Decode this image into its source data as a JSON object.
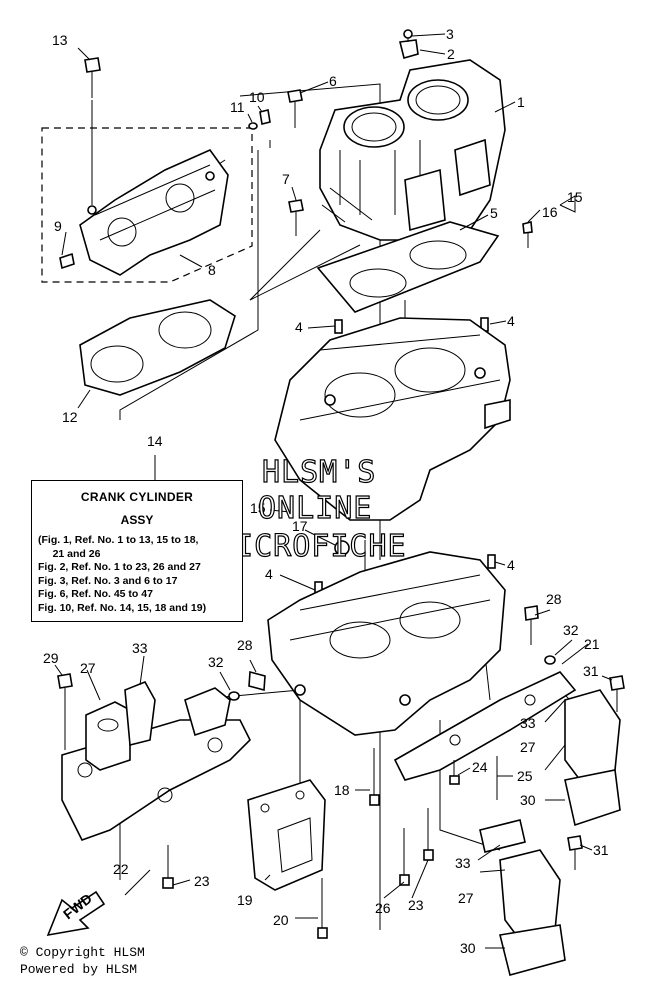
{
  "watermark": {
    "line1": "HLSM'S",
    "line2": "ONLINE",
    "line3": "MICROFICHE"
  },
  "assy_box": {
    "title": "CRANK CYLINDER",
    "subtitle": "ASSY",
    "lines": [
      "(Fig. 1, Ref. No. 1 to 13, 15 to 18,",
      "     21 and 26",
      "Fig. 2, Ref. No. 1 to 23, 26 and 27",
      "Fig. 3, Ref. No. 3 and 6 to 17",
      "Fig. 6, Ref. No. 45 to 47",
      "Fig. 10, Ref. No. 14, 15, 18 and 19)"
    ]
  },
  "callouts": {
    "c1": "1",
    "c2": "2",
    "c3": "3",
    "c4a": "4",
    "c4b": "4",
    "c4c": "4",
    "c4d": "4",
    "c5": "5",
    "c6": "6",
    "c7": "7",
    "c8": "8",
    "c9": "9",
    "c10": "10",
    "c11": "11",
    "c12": "12",
    "c13": "13",
    "c14": "14",
    "c15a": "15",
    "c15b": "15",
    "c16": "16",
    "c17": "17",
    "c18": "18",
    "c19": "19",
    "c20": "20",
    "c21": "21",
    "c22": "22",
    "c23a": "23",
    "c23b": "23",
    "c24": "24",
    "c25": "25",
    "c26": "26",
    "c27a": "27",
    "c27b": "27",
    "c27c": "27",
    "c28a": "28",
    "c28b": "28",
    "c29": "29",
    "c30a": "30",
    "c30b": "30",
    "c31a": "31",
    "c31b": "31",
    "c32a": "32",
    "c32b": "32",
    "c33a": "33",
    "c33b": "33",
    "c33c": "33"
  },
  "fwd_label": "FWD",
  "footer": {
    "copyright": "© Copyright HLSM",
    "powered": "Powered by HLSM"
  }
}
